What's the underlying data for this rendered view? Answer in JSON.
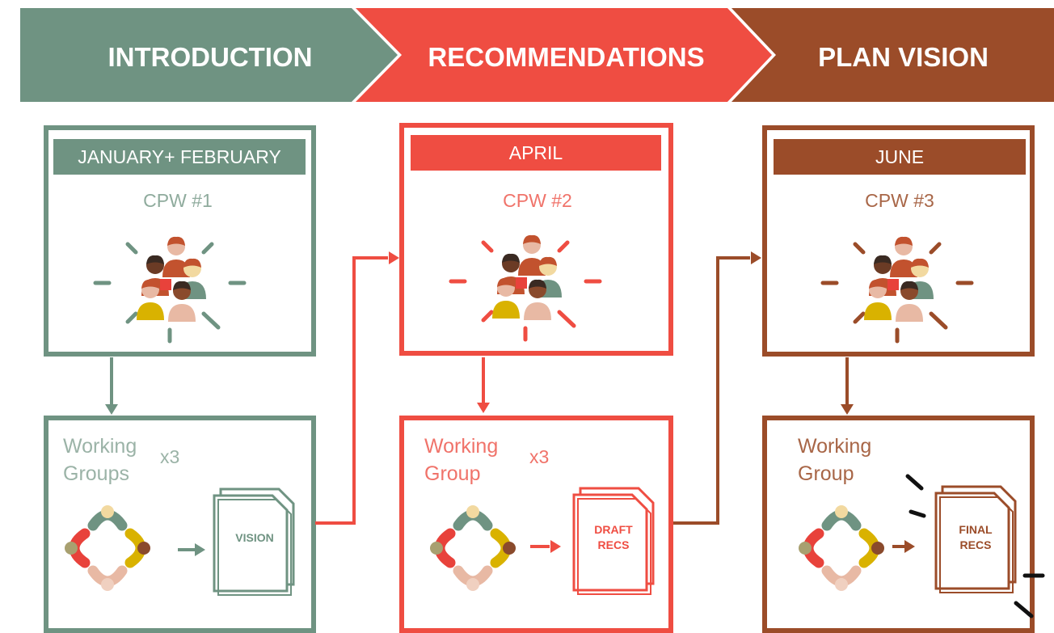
{
  "colors": {
    "intro": "#6f9382",
    "recs": "#ef4d42",
    "plan": "#9b4c29",
    "skin_light": "#e8b9a4",
    "skin_dark": "#6b3b25",
    "shirt_orange": "#c2522e",
    "shirt_yellow": "#d9b200",
    "shirt_green": "#6f9382",
    "shirt_red": "#e8423b",
    "hair_dark": "#3a2a22"
  },
  "phases": [
    {
      "title": "INTRODUCTION",
      "month": "JANUARY+ FEBRUARY",
      "cpw": "CPW #1",
      "wg_line1": "Working",
      "wg_line2": "Groups",
      "multiplier": "x3",
      "doc_line1": "VISION",
      "doc_line2": ""
    },
    {
      "title": "RECOMMENDATIONS",
      "month": "APRIL",
      "cpw": "CPW #2",
      "wg_line1": "Working",
      "wg_line2": "Group",
      "multiplier": "x3",
      "doc_line1": "DRAFT",
      "doc_line2": "RECS"
    },
    {
      "title": "PLAN VISION",
      "month": "JUNE",
      "cpw": "CPW #3",
      "wg_line1": "Working",
      "wg_line2": "Group",
      "multiplier": "",
      "doc_line1": "FINAL",
      "doc_line2": "RECS"
    }
  ]
}
